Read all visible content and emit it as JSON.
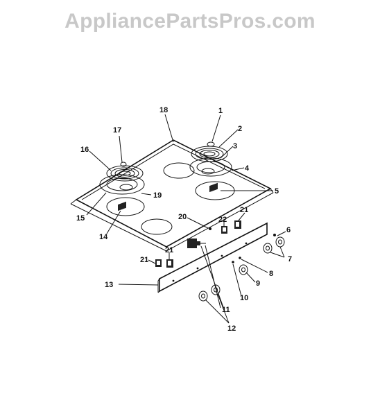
{
  "watermark": "AppliancePartsPros.com",
  "callouts": {
    "c1": "1",
    "c2": "2",
    "c3": "3",
    "c4": "4",
    "c5": "5",
    "c6": "6",
    "c7": "7",
    "c8": "8",
    "c9": "9",
    "c10": "10",
    "c11": "11",
    "c12": "12",
    "c13": "13",
    "c14": "14",
    "c15": "15",
    "c16": "16",
    "c17": "17",
    "c18": "18",
    "c19": "19",
    "c20": "20",
    "c21a": "21",
    "c21b": "21",
    "c22": "22"
  }
}
